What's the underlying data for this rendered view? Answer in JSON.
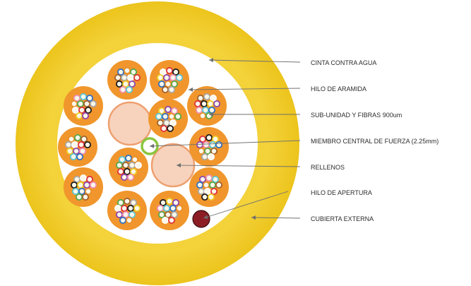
{
  "labels": {
    "water_tape": "CINTA CONTRA AGUA",
    "aramid_yarn": "HILO DE ARAMIDA",
    "subunit_fibers": "SUB-UNIDAD Y FIBRAS 900um",
    "central_strength": "MIEMBRO CENTRAL DE FUERZA (2.25mm)",
    "fillers": "RELLENOS",
    "ripcord": "HILO   DE APERTURA",
    "outer_jacket": "CUBIERTA EXTERNA"
  },
  "colors": {
    "jacket": "#f1cd24",
    "subunit": "#f0962c",
    "filler": "#f7d3bd",
    "filler_border": "#eea070",
    "central_member": "#8cc63f",
    "ripcord": "#8c1d24",
    "pointer_line": "#6f6f6f",
    "fiber_palette": [
      "#2e6fc4",
      "#e8902c",
      "#54a84c",
      "#a0612c",
      "#a8a8a8",
      "#ffffff",
      "#e0303a",
      "#1a1a1a",
      "#f1cd24",
      "#8e44ad",
      "#f08fb5",
      "#58c8d8"
    ]
  },
  "counts": {
    "subunits": 12,
    "fibers_per_subunit": 12,
    "fillers": 2
  }
}
